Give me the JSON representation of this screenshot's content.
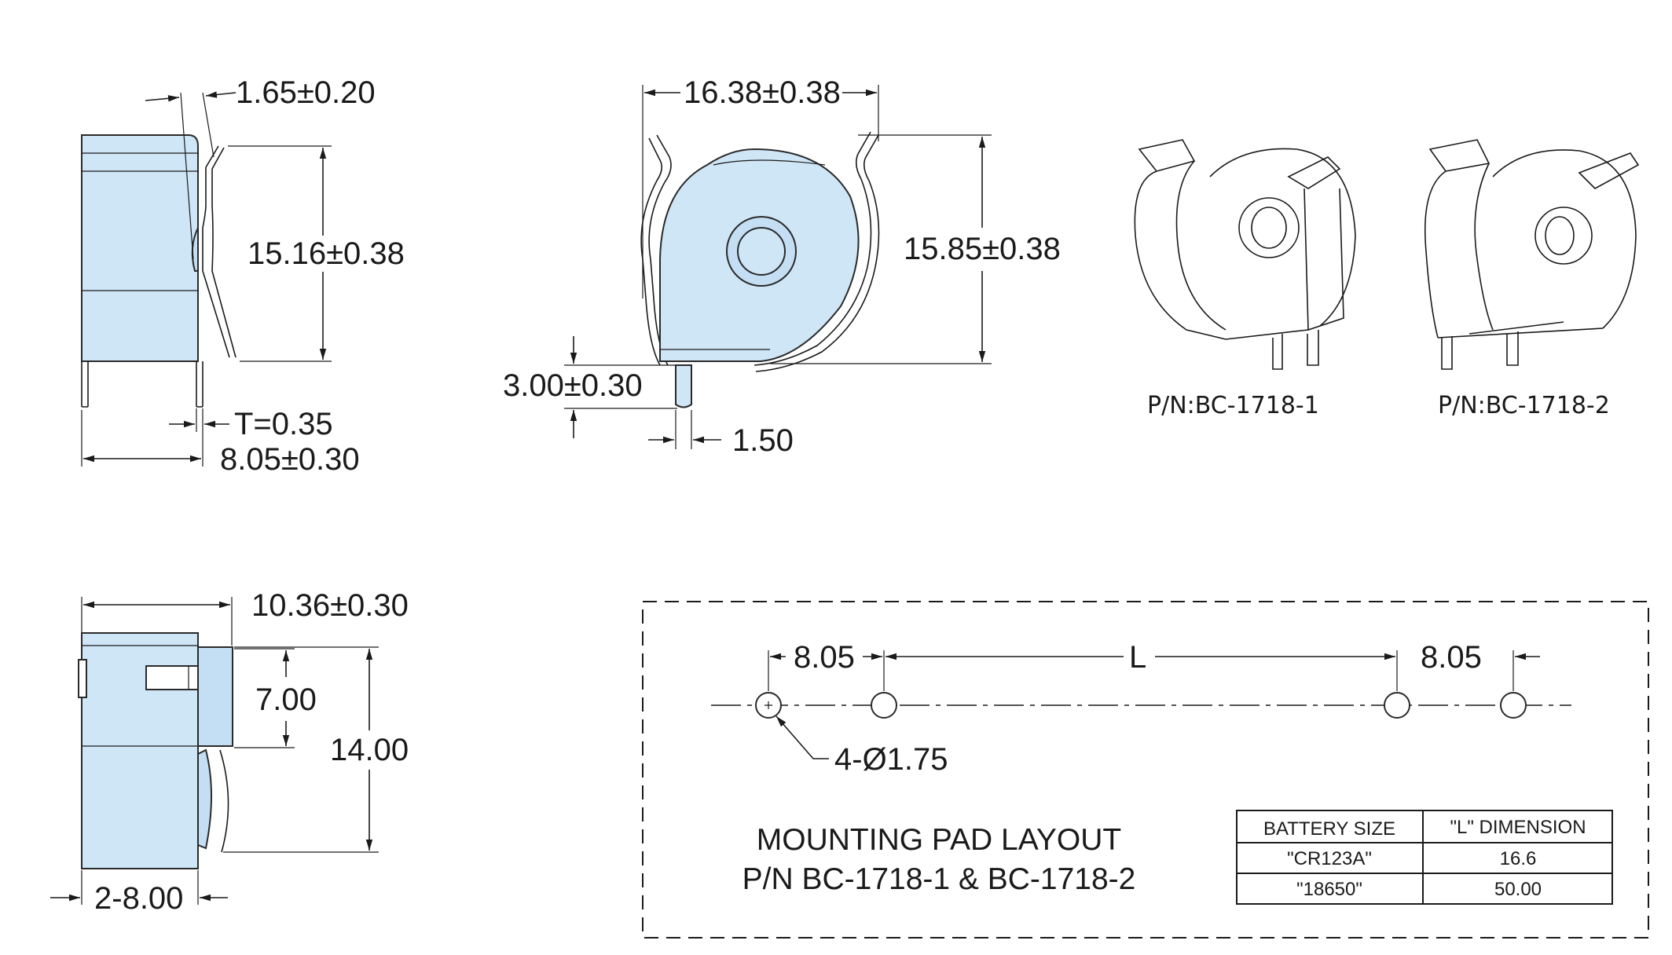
{
  "side_view": {
    "dim_thickness": "1.65±0.20",
    "dim_height": "15.16±0.38",
    "dim_t": "T=0.35",
    "dim_width": "8.05±0.30"
  },
  "front_view": {
    "dim_width": "16.38±0.38",
    "dim_height": "15.85±0.38",
    "dim_pin_length": "3.00±0.30",
    "dim_pin_width": "1.50"
  },
  "product_views": [
    {
      "label": "P/N:BC-1718-1"
    },
    {
      "label": "P/N:BC-1718-2"
    }
  ],
  "top_view": {
    "dim_depth": "10.36±0.30",
    "dim_window": "7.00",
    "dim_height": "14.00",
    "dim_pins": "2-8.00"
  },
  "pad_layout": {
    "dim_left": "8.05",
    "dim_middle": "L",
    "dim_right": "8.05",
    "dim_hole": "4-Ø1.75",
    "title_line1": "MOUNTING PAD LAYOUT",
    "title_line2": "P/N BC-1718-1 & BC-1718-2",
    "table": {
      "headers": [
        "BATTERY SIZE",
        "\"L\" DIMENSION"
      ],
      "rows": [
        [
          "\"CR123A\"",
          "16.6"
        ],
        [
          "\"18650\"",
          "50.00"
        ]
      ]
    }
  },
  "colors": {
    "body_fill": "#cfe6f7",
    "line": "#1a1a1a"
  }
}
